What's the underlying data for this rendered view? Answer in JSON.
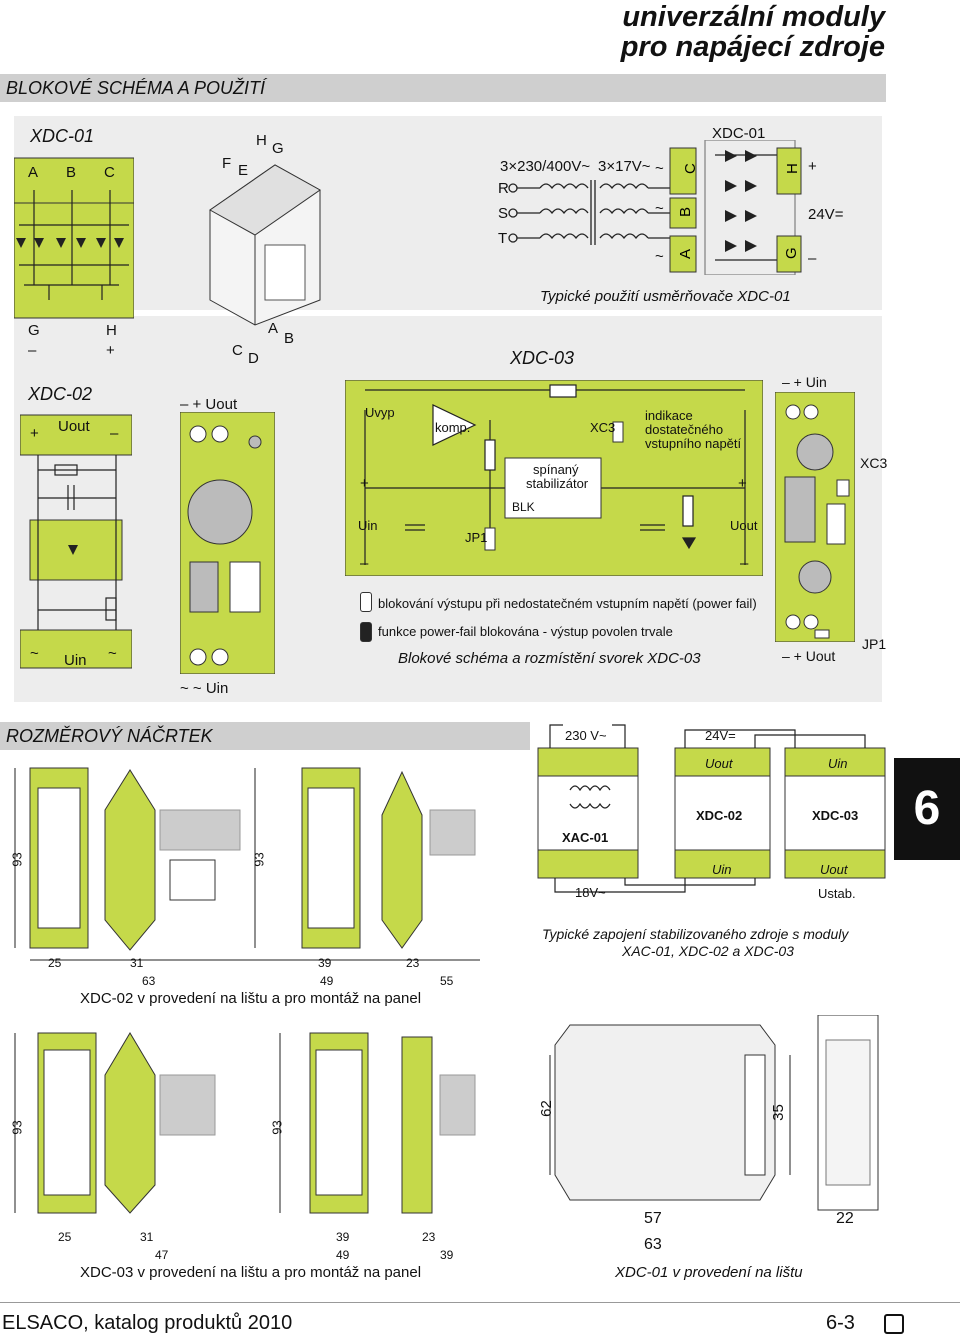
{
  "header": {
    "line1": "univerzální moduly",
    "line2": "pro napájecí zdroje"
  },
  "section1": {
    "title": "BLOKOVÉ SCHÉMA A POUŽITÍ"
  },
  "section2": {
    "title": "ROZMĚROVÝ NÁČRTEK"
  },
  "xdc01": {
    "title": "XDC-01",
    "terminals_top": [
      "A",
      "B",
      "C"
    ],
    "terminals_bottom": [
      "G",
      "H"
    ],
    "signs": [
      "–",
      "+"
    ],
    "module_letters": [
      "F",
      "E",
      "H",
      "G",
      "C",
      "D",
      "A",
      "B"
    ],
    "app": {
      "supply": "3×230/400V~",
      "secondary": "3×17V~",
      "phases": [
        "R",
        "S",
        "T"
      ],
      "label": "XDC-01",
      "out": "24V=",
      "tilde": "~",
      "plus": "+",
      "minus": "–",
      "caption": "Typické použití usměrňovače XDC-01"
    }
  },
  "xdc02": {
    "title": "XDC-02",
    "uout": "Uout",
    "uin": "Uin",
    "plus": "+",
    "minus": "–",
    "tilde": "~",
    "module_top": "– + Uout",
    "module_bottom": "~ ~ Uin"
  },
  "xdc03": {
    "title": "XDC-03",
    "uvyp": "Uvyp",
    "komp": "komp.",
    "xc3": "XC3",
    "indikace": "indikace",
    "dostatecneho": "dostatečného",
    "vstupniho": "vstupního napětí",
    "spinany": "spínaný",
    "stabilizator": "stabilizátor",
    "blk": "BLK",
    "uin": "Uin",
    "uout": "Uout",
    "jp1": "JP1",
    "legend1": "blokování výstupu při nedostatečném vstupním napětí (power fail)",
    "legend2": "funkce power-fail blokována - výstup povolen trvale",
    "caption": "Blokové schéma a rozmístění svorek XDC-03",
    "module_top": "– + Uin",
    "module_xc3": "XC3",
    "module_bottom": "– + Uout",
    "module_jp1": "JP1"
  },
  "wiring": {
    "v230": "230 V~",
    "v24": "24V=",
    "uout": "Uout",
    "uin": "Uin",
    "xdc02": "XDC-02",
    "xdc03": "XDC-03",
    "xac01": "XAC-01",
    "v18": "18V~",
    "ustab": "Ustab.",
    "caption1": "Typické zapojení stabilizovaného zdroje s moduly",
    "caption2": "XAC-01, XDC-02 a XDC-03"
  },
  "tab": "6",
  "dims1": {
    "h": "93",
    "w": [
      "25",
      "31",
      "63",
      "39",
      "49",
      "23",
      "55"
    ],
    "caption": "XDC-02 v provedení na lištu a pro montáž na panel"
  },
  "dims2": {
    "h": "93",
    "w": [
      "25",
      "31",
      "47",
      "39",
      "49",
      "23",
      "39"
    ],
    "caption": "XDC-03 v provedení na lištu a pro montáž na panel"
  },
  "dims3": {
    "h1": "62",
    "h2": "35",
    "w": [
      "57",
      "63",
      "22"
    ],
    "caption": "XDC-01 v provedení na lištu"
  },
  "footer": {
    "left": "ELSACO, katalog produktů 2010",
    "right": "6-3"
  },
  "colors": {
    "green": "#c5d94a",
    "panel": "#ededed",
    "band": "#cfcfcf"
  }
}
